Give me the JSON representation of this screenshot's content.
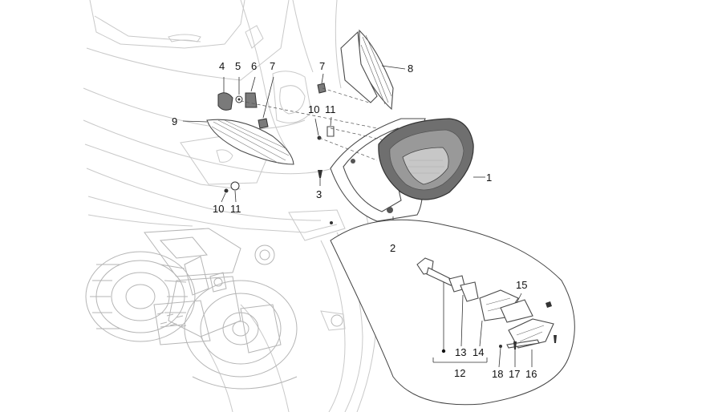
{
  "callouts": {
    "c1": "1",
    "c2": "2",
    "c3": "3",
    "c4": "4",
    "c5": "5",
    "c6": "6",
    "c7a": "7",
    "c7b": "7",
    "c8": "8",
    "c9": "9",
    "c10a": "10",
    "c11a": "11",
    "c10b": "10",
    "c11b": "11",
    "c12": "12",
    "c13": "13",
    "c14": "14",
    "c15": "15",
    "c16": "16",
    "c17": "17",
    "c18": "18"
  }
}
